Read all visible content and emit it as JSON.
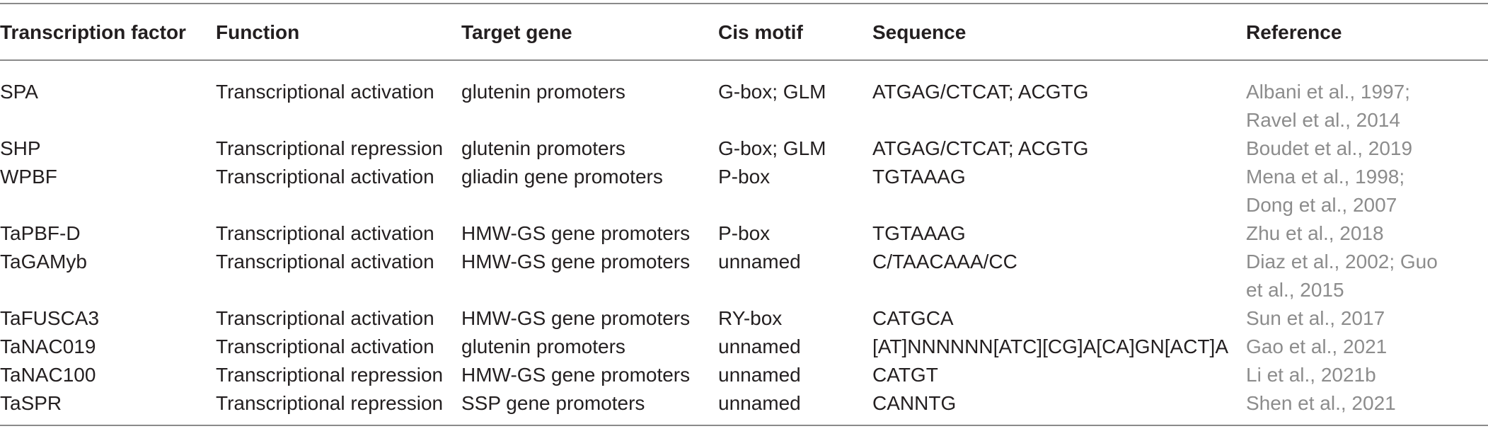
{
  "table": {
    "headers": [
      "Transcription factor",
      "Function",
      "Target gene",
      "Cis motif",
      "Sequence",
      "Reference"
    ],
    "rows": [
      {
        "tf": "SPA",
        "function": "Transcriptional activation",
        "target": "glutenin promoters",
        "motif": "G-box; GLM",
        "sequence": "ATGAG/CTCAT; ACGTG",
        "ref_lines": [
          "Albani et al., 1997;",
          "Ravel et al., 2014"
        ]
      },
      {
        "tf": "SHP",
        "function": "Transcriptional repression",
        "target": "glutenin promoters",
        "motif": "G-box; GLM",
        "sequence": "ATGAG/CTCAT; ACGTG",
        "ref_lines": [
          "Boudet et al., 2019"
        ]
      },
      {
        "tf": "WPBF",
        "function": "Transcriptional activation",
        "target": "gliadin gene promoters",
        "motif": "P-box",
        "sequence": "TGTAAAG",
        "ref_lines": [
          "Mena et al., 1998;",
          "Dong et al., 2007"
        ]
      },
      {
        "tf": "TaPBF-D",
        "function": "Transcriptional activation",
        "target": "HMW-GS gene promoters",
        "motif": "P-box",
        "sequence": "TGTAAAG",
        "ref_lines": [
          "Zhu et al., 2018"
        ]
      },
      {
        "tf": "TaGAMyb",
        "function": "Transcriptional activation",
        "target": "HMW-GS gene promoters",
        "motif": "unnamed",
        "sequence": "C/TAACAAA/CC",
        "ref_lines": [
          "Diaz et al., 2002; Guo",
          "et al., 2015"
        ]
      },
      {
        "tf": "TaFUSCA3",
        "function": "Transcriptional activation",
        "target": "HMW-GS gene promoters",
        "motif": "RY-box",
        "sequence": "CATGCA",
        "ref_lines": [
          "Sun et al., 2017"
        ]
      },
      {
        "tf": "TaNAC019",
        "function": "Transcriptional activation",
        "target": "glutenin promoters",
        "motif": "unnamed",
        "sequence": "[AT]NNNNNN[ATC][CG]A[CA]GN[ACT]A",
        "ref_lines": [
          "Gao et al., 2021"
        ]
      },
      {
        "tf": "TaNAC100",
        "function": "Transcriptional repression",
        "target": "HMW-GS gene promoters",
        "motif": "unnamed",
        "sequence": "CATGT",
        "ref_lines": [
          "Li et al., 2021b"
        ]
      },
      {
        "tf": "TaSPR",
        "function": "Transcriptional repression",
        "target": "SSP gene promoters",
        "motif": "unnamed",
        "sequence": "CANNTG",
        "ref_lines": [
          "Shen et al., 2021"
        ]
      }
    ]
  }
}
